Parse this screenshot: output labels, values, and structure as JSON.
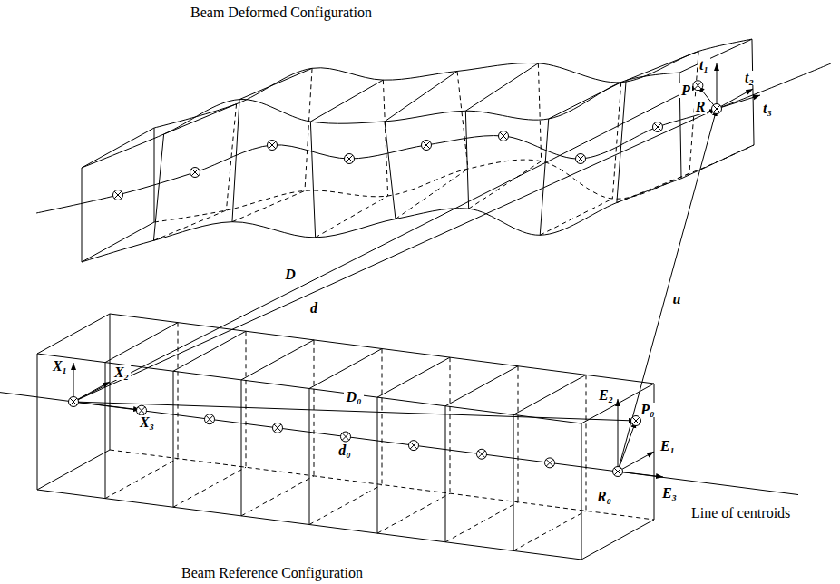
{
  "diagram": {
    "labels": [
      "Beam Deformed Configuration",
      "t₁",
      "t₂",
      "t₃",
      "P",
      "R",
      "D",
      "d",
      "u",
      "X₁",
      "X₂",
      "X₃",
      "D₀",
      "d₀",
      "P₀",
      "E₂",
      "E₁",
      "E₃",
      "R₀",
      "Line of centroids",
      "Beam Reference Configuration"
    ]
  }
}
